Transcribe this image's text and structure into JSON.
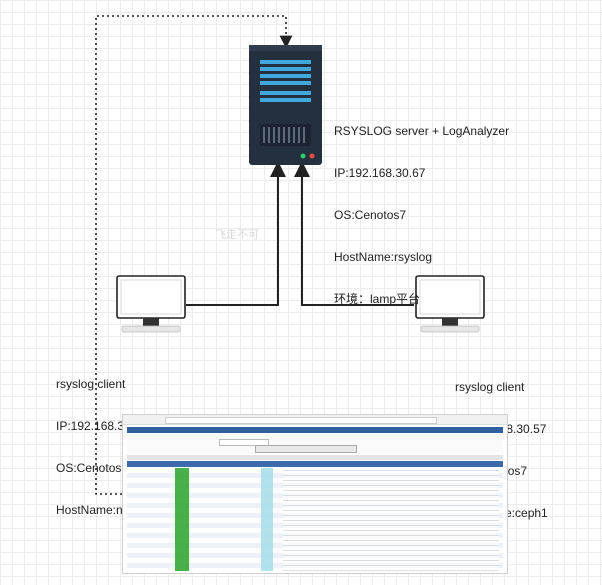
{
  "server": {
    "title": "RSYSLOG server + LogAnalyzer",
    "ip": "IP:192.168.30.67",
    "os": "OS:Cenotos7",
    "hostname": "HostName:rsyslog",
    "env": "环境：lamp平台"
  },
  "client_left": {
    "title": "rsyslog client",
    "ip": "IP:192.168.30.56",
    "os": "OS:Cenotos7",
    "hostname": "HostName:node1"
  },
  "client_right": {
    "title": "rsyslog client",
    "ip": "IP:192.168.30.57",
    "os": "OS:Cenotos7",
    "hostname": "HostName:ceph1"
  },
  "watermark": "飞走不可",
  "icons": {
    "server": "server-icon",
    "monitor_left": "monitor-icon",
    "monitor_right": "monitor-icon",
    "screenshot": "loganalyzer-screenshot"
  },
  "colors": {
    "server_body": "#24303e",
    "server_slot": "#3fa8dc",
    "connector": "#222222",
    "led_green": "#2ecc71",
    "led_red": "#e74c3c",
    "table_green": "#29a329"
  }
}
